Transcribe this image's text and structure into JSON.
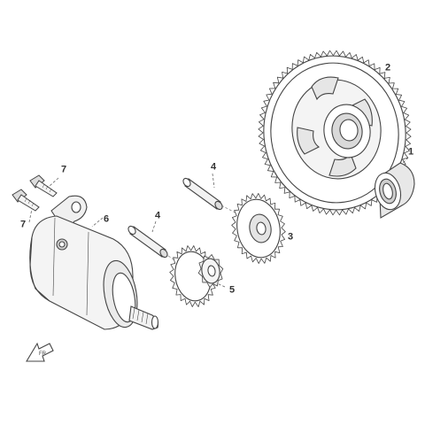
{
  "diagram": {
    "type": "exploded-parts-view",
    "line_color": "#444444",
    "fill_color": "#ffffff",
    "shade_color": "#d9d9d9",
    "callouts": [
      {
        "id": "c1",
        "label": "1"
      },
      {
        "id": "c2",
        "label": "2"
      },
      {
        "id": "c3",
        "label": "3"
      },
      {
        "id": "c4a",
        "label": "4"
      },
      {
        "id": "c4b",
        "label": "4"
      },
      {
        "id": "c5",
        "label": "5"
      },
      {
        "id": "c6",
        "label": "6"
      },
      {
        "id": "c7a",
        "label": "7"
      },
      {
        "id": "c7b",
        "label": "7"
      }
    ],
    "parts": [
      {
        "id": "needle-bearing",
        "label": "1"
      },
      {
        "id": "large-starter-gear",
        "label": "2"
      },
      {
        "id": "idle-gear",
        "label": "3"
      },
      {
        "id": "gear-shaft",
        "label": "4"
      },
      {
        "id": "reduction-gear",
        "label": "5"
      },
      {
        "id": "starter-motor",
        "label": "6"
      },
      {
        "id": "mounting-bolt",
        "label": "7"
      }
    ],
    "orientation_icon": "front-arrow-icon",
    "orientation_text": "FR"
  }
}
